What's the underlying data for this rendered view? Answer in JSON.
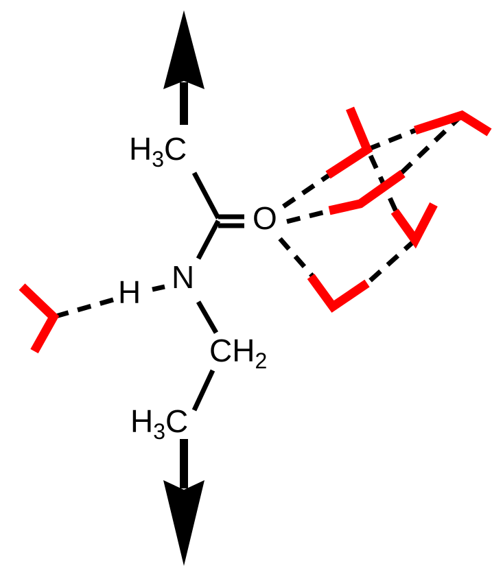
{
  "title": "N-ethylacetamide hydrogen-bonded to water molecules",
  "colors": {
    "molecule": "#000000",
    "water": "#ff0000",
    "hbond": "#000000"
  },
  "atoms": {
    "methyl_top": {
      "main": "H",
      "sub": "3",
      "tail": "C"
    },
    "oxygen": "O",
    "nitrogen": "N",
    "hydrogen": "H",
    "methylene": {
      "main": "CH",
      "sub": "2"
    },
    "methyl_bottom": {
      "main": "H",
      "sub": "3",
      "tail": "C"
    }
  },
  "water_count": 6
}
